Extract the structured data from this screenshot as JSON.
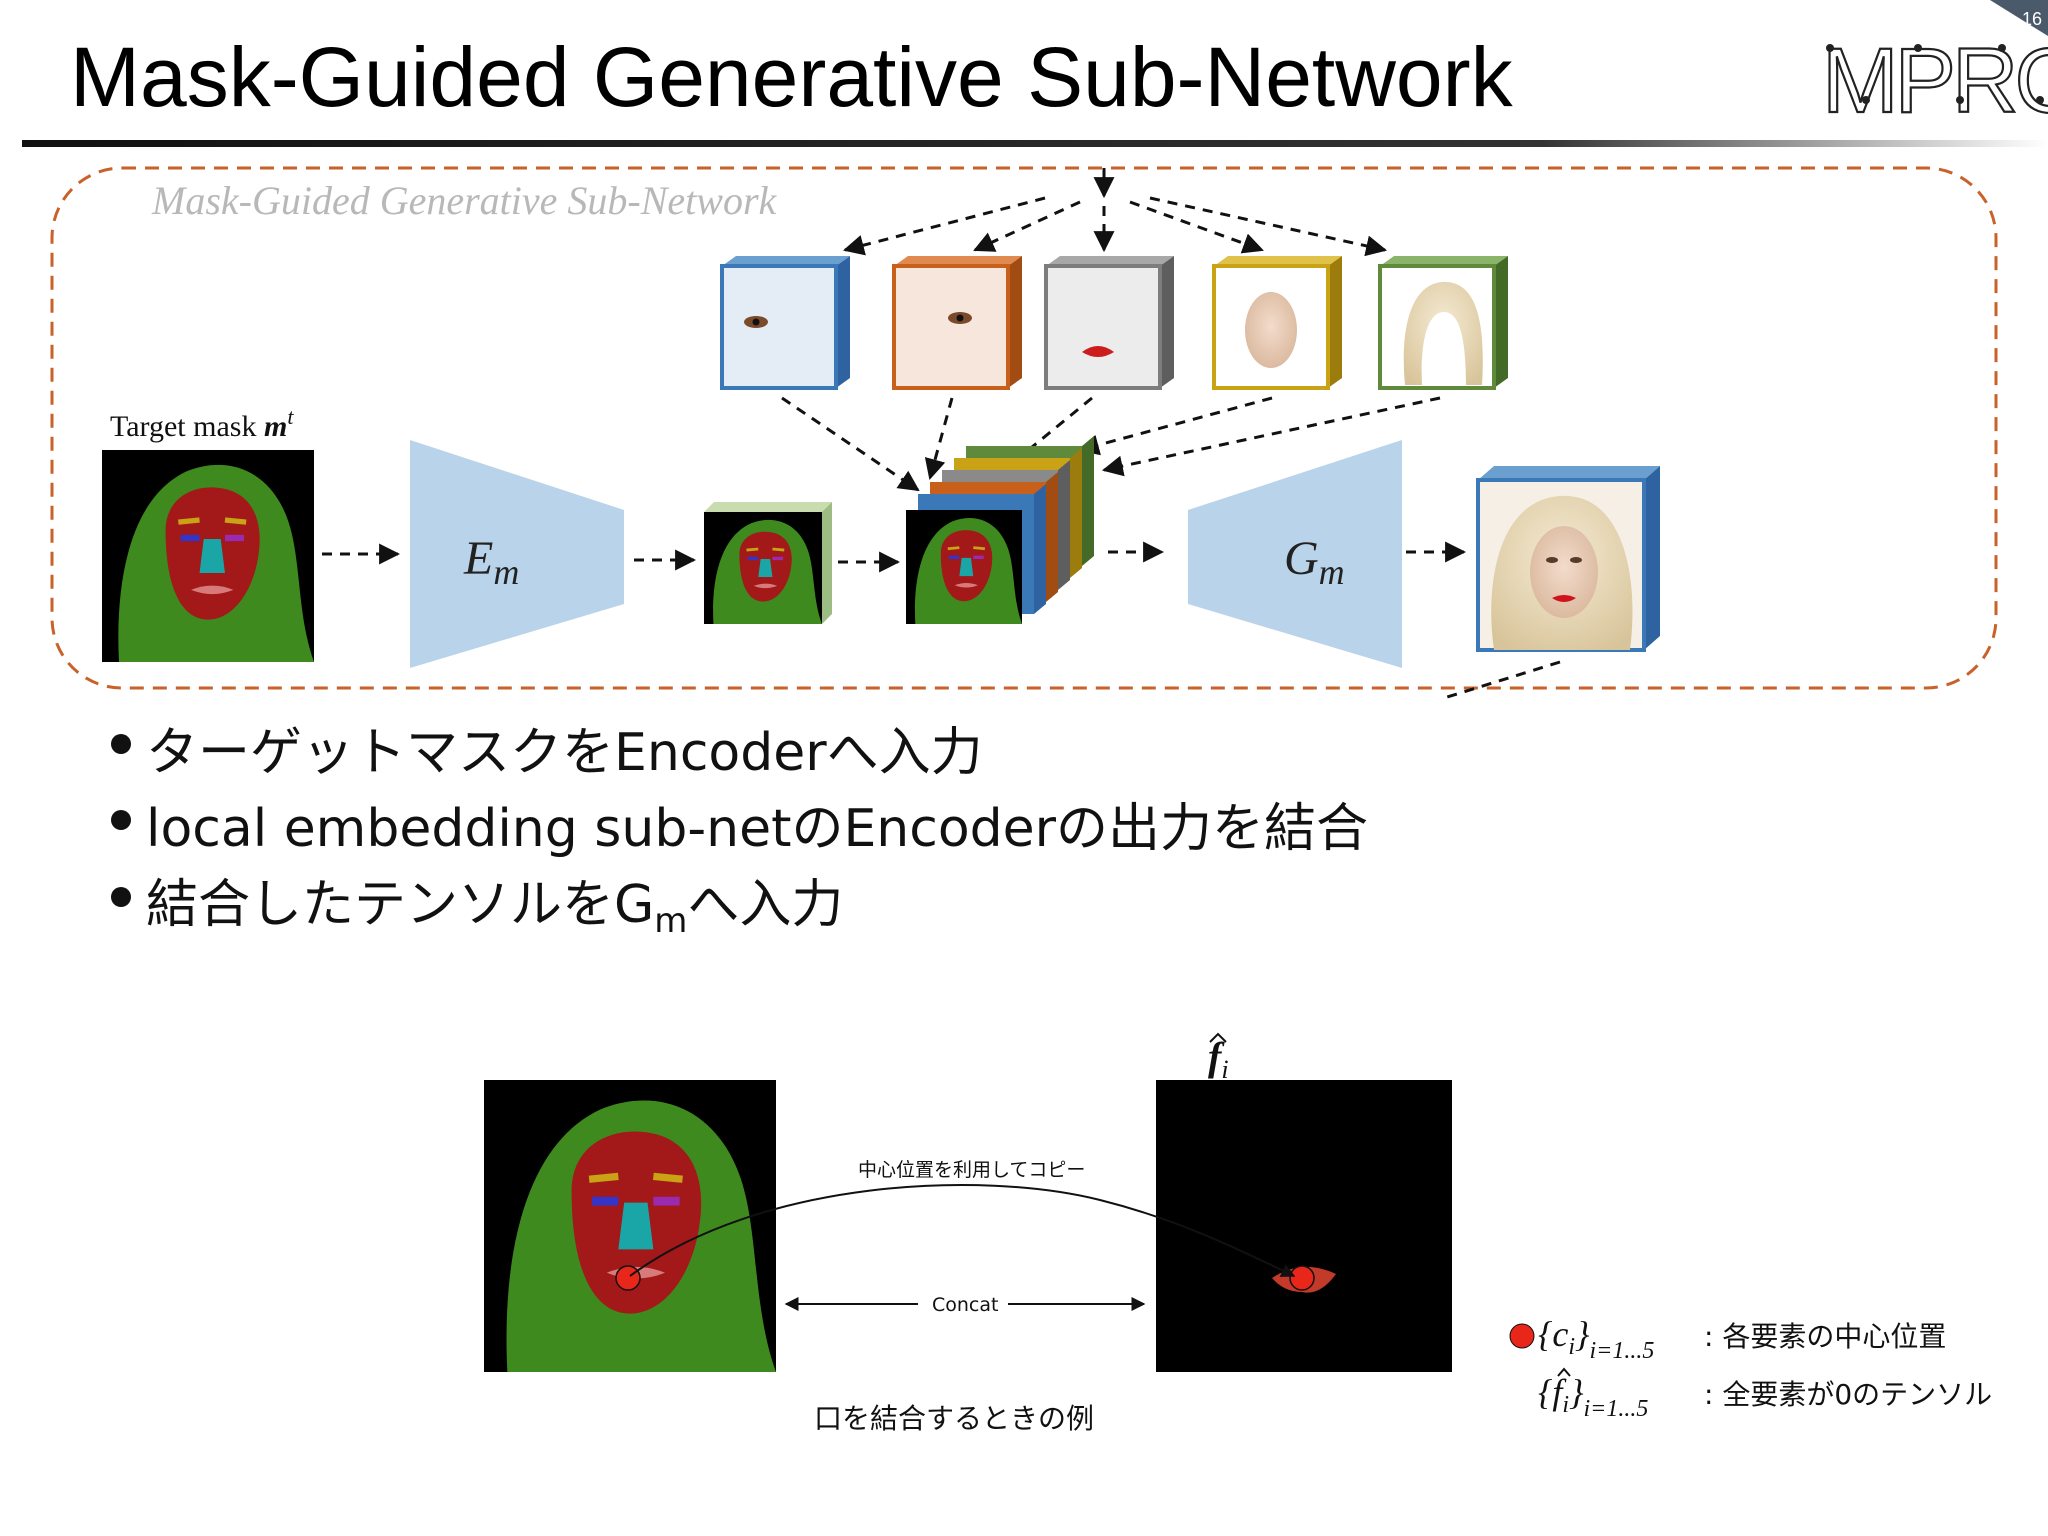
{
  "slide": {
    "title": "Mask-Guided Generative Sub-Network",
    "logo": "MPRG",
    "page_number": "16"
  },
  "diagram": {
    "box_label": "Mask-Guided Generative Sub-Network",
    "target_mask_label": "Target mask",
    "target_mask_symbol": "m",
    "target_mask_superscript": "t",
    "encoder_label": "E",
    "encoder_subscript": "m",
    "generator_label": "G",
    "generator_subscript": "m",
    "component_cubes": [
      "left-eye",
      "right-eye",
      "mouth",
      "face-skin",
      "hair"
    ]
  },
  "bullets": [
    "ターゲットマスクをEncoderへ入力",
    "local embedding sub-netのEncoderの出力を結合",
    {
      "before": "結合したテンソルをG",
      "sub": "m",
      "after": "へ入力"
    }
  ],
  "example": {
    "copy_arrow_label": "中心位置を利用してコピー",
    "concat_label": "Concat",
    "caption": "口を結合するときの例",
    "fhat_label": "f",
    "fhat_sub": "i"
  },
  "legend": {
    "item1_math": "{c",
    "item1_math_sub": "i",
    "item1_math_close": "}",
    "item1_range": "i=1...5",
    "item1_text": ": 各要素の中心位置",
    "item2_math": "{f",
    "item2_math_sub": "i",
    "item2_math_close": "}",
    "item2_range": "i=1...5",
    "item2_text": ": 全要素が0のテンソル"
  },
  "colors": {
    "dashed_border": "#c8622a",
    "accent_red": "#e8261a",
    "network_blue": "#b9d3ea",
    "mask_green": "#3e8a1e",
    "mask_red": "#a31818",
    "cube_blue": "#3b78b8",
    "cube_orange": "#c8601c",
    "cube_gray": "#7d7d7d",
    "cube_gold": "#c9a216",
    "cube_olive": "#5f8a3c"
  }
}
